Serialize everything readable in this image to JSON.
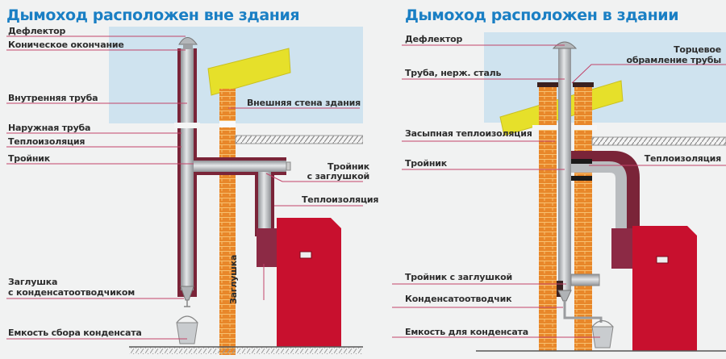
{
  "left": {
    "title": "Дымоход расположен вне здания",
    "labels": {
      "deflector": "Дефлектор",
      "conical_end": "Коническое окончание",
      "inner_pipe": "Внутренняя труба",
      "outer_pipe": "Наружная труба",
      "insulation": "Теплоизоляция",
      "tee": "Тройник",
      "outer_wall": "Внешняя стена здания",
      "tee_plug_1": "Тройник",
      "tee_plug_2": "с заглушкой",
      "insulation_right": "Теплоизоляция",
      "plug_drain_1": "Заглушка",
      "plug_drain_2": "с конденсатоотводчиком",
      "plug_vertical": "Заглушка",
      "condensate_tank": "Емкость сбора конденсата"
    }
  },
  "right": {
    "title": "Дымоход расположен в здании",
    "labels": {
      "deflector": "Дефлектор",
      "end_frame_1": "Торцевое",
      "end_frame_2": "обрамление трубы",
      "stainless_pipe": "Труба, нерж. сталь",
      "backfill_insulation": "Засыпная теплоизоляция",
      "insulation": "Теплоизоляция",
      "tee": "Тройник",
      "tee_plug": "Тройник с заглушкой",
      "condensate_trap": "Конденсатоотводчик",
      "condensate_tank": "Емкость для конденсата"
    }
  },
  "colors": {
    "title": "#1a7fc4",
    "leader": "#c2446a",
    "brick": "#e8872a",
    "boiler": "#c8102e",
    "insulation": "#7a2438",
    "pipe": "#b9bcbf",
    "roof": "#e6e02a",
    "sky": "#cfe3ef"
  }
}
